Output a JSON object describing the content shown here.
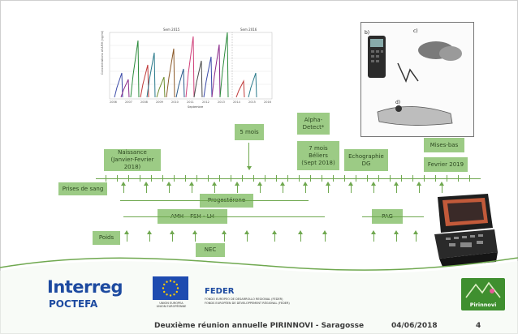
{
  "chart": {
    "top_label_left": "Sem 2015",
    "top_label_right": "Sem 2016",
    "ylabel": "Concentrations of AMH (ng/ml)",
    "xlabel": "Septembre",
    "x_ticks": [
      "2006",
      "2007",
      "2008",
      "2009",
      "2010",
      "2011",
      "2012",
      "2013",
      "2014",
      "2015",
      "2016"
    ],
    "series_colors": [
      "#3b4aa8",
      "#8b2a8b",
      "#2a8b3b",
      "#c03a3a",
      "#2a7a8b",
      "#6b8b2a",
      "#8b5a2a",
      "#2a5a8b",
      "#d0407a",
      "#4a4a4a"
    ]
  },
  "device": {
    "label_b": "b)",
    "label_c": "c)",
    "label_d": "d)"
  },
  "timeline": {
    "naissance": "Naissance\n(Janvier-Fevrier 2018)",
    "cinq_mois": "5 mois",
    "alpha": "Alpha-\nDetect*",
    "sept_mois": "7 mois\nBéliers\n(Sept 2018)",
    "echographie": "Echographie\nDG",
    "mises_bas": "Mises-bas",
    "fevrier": "Fevrier 2019",
    "prises_de_sang": "Prises de sang",
    "progesterone": "Progestérone",
    "amh": "AMH – FSH - LH",
    "pag": "PAG",
    "poids": "Poids",
    "nec": "NEC"
  },
  "footer": {
    "interreg": "Interreg",
    "poctefa": "POCTEFA",
    "eu_text": "UNION EUROPEA\nUNION EUROPÉENNE",
    "feder": "FEDER",
    "feder_sub": "FONDO EUROPEO DE DESARROLLO REGIONAL (FEDER)\nFONDS EUROPÉEN DE DÉVELOPPEMENT RÉGIONAL (FEDER)",
    "pirinnovi": "Pirinnovi",
    "meeting": "Deuxième réunion annuelle PIRINNOVI - Saragosse",
    "date": "04/06/2018",
    "page": "4"
  },
  "colors": {
    "box_green": "#9ccb85",
    "line_green": "#6fa84f",
    "brand_blue": "#1d4aa0"
  }
}
